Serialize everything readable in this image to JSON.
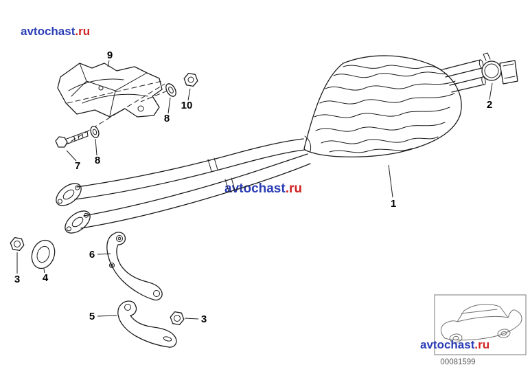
{
  "watermark": {
    "name": "avtochast",
    "tld": ".ru"
  },
  "footer": {
    "diagram_number": "00081599"
  },
  "callouts": {
    "muffler": "1",
    "clamp": "2",
    "nut_front": "3",
    "gasket": "4",
    "bracket_lower": "5",
    "bracket_upper": "6",
    "bolt": "7",
    "washer_bolt": "8",
    "washer_stud": "8",
    "heat_shield": "9",
    "nut_stud": "10",
    "nut_bracket": "3"
  }
}
